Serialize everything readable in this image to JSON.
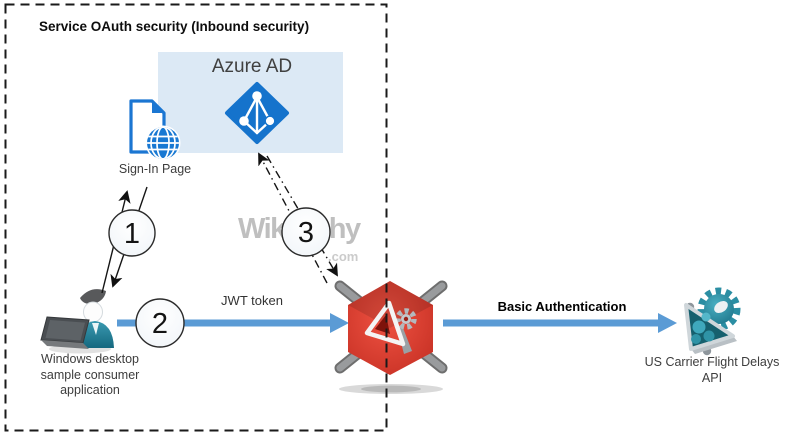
{
  "frame": {
    "title": "Service OAuth security (Inbound security)"
  },
  "watermark": {
    "name": "Wikitechy",
    "suffix": ".com"
  },
  "azure_box": {
    "label": "Azure AD"
  },
  "nodes": {
    "sign_in_page": {
      "label": "Sign-In Page",
      "icon": "document-globe-icon"
    },
    "consumer_app": {
      "label": "Windows desktop\nsample consumer\napplication",
      "icon": "user-laptop-icon"
    },
    "azure_ad": {
      "label": "Azure AD",
      "icon": "azure-ad-icon"
    },
    "api_management": {
      "icon": "api-management-hexagon-icon"
    },
    "api": {
      "label": "US Carrier Flight Delays\nAPI",
      "icon": "api-gear-icon"
    }
  },
  "edges": {
    "jwt": {
      "label": "JWT token",
      "style": "solid-blue-arrow"
    },
    "basic_auth": {
      "label": "Basic Authentication",
      "style": "solid-blue-arrow"
    },
    "signin_exchange": {
      "style": "thin-black-double-arrow"
    },
    "token_exchange": {
      "style": "dash-dot-double-arrow"
    }
  },
  "steps": [
    {
      "n": "1"
    },
    {
      "n": "2"
    },
    {
      "n": "3"
    }
  ],
  "colors": {
    "accent_arrow": "#5B9BD5",
    "azure_blue": "#1573CC",
    "azure_box_fill": "#DCE9F5",
    "apim_red": "#D9392E",
    "api_teal": "#2E93A8",
    "watermark_gray": "#B5B5B5"
  }
}
